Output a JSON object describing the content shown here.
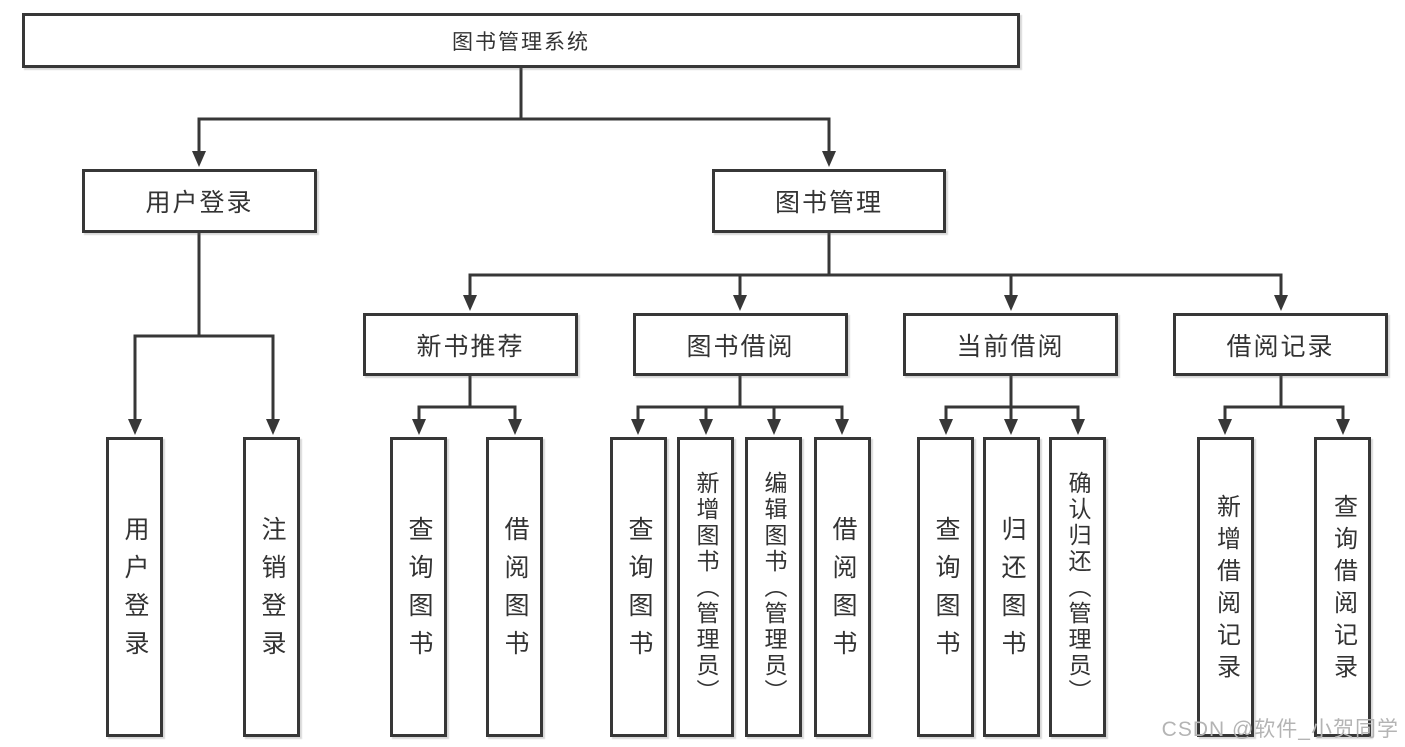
{
  "diagram": {
    "root": {
      "label": "图书管理系统"
    },
    "branches": {
      "user_login": {
        "label": "用户登录",
        "children": [
          {
            "label": "用户登录"
          },
          {
            "label": "注销登录"
          }
        ]
      },
      "book_management": {
        "label": "图书管理",
        "groups": [
          {
            "label": "新书推荐",
            "children": [
              {
                "label": "查询图书"
              },
              {
                "label": "借阅图书"
              }
            ]
          },
          {
            "label": "图书借阅",
            "children": [
              {
                "label": "查询图书"
              },
              {
                "label": "新增图书（管理员）"
              },
              {
                "label": "编辑图书（管理员）"
              },
              {
                "label": "借阅图书"
              }
            ]
          },
          {
            "label": "当前借阅",
            "children": [
              {
                "label": "查询图书"
              },
              {
                "label": "归还图书"
              },
              {
                "label": "确认归还（管理员）"
              }
            ]
          },
          {
            "label": "借阅记录",
            "children": [
              {
                "label": "新增借阅记录"
              },
              {
                "label": "查询借阅记录"
              }
            ]
          }
        ]
      }
    }
  },
  "watermark": {
    "text": "CSDN @软件_小贺同学"
  },
  "colors": {
    "line": "#373737",
    "box_border": "#373737",
    "text": "#333333",
    "background": "#ffffff",
    "watermark": "#b4b4b4"
  }
}
